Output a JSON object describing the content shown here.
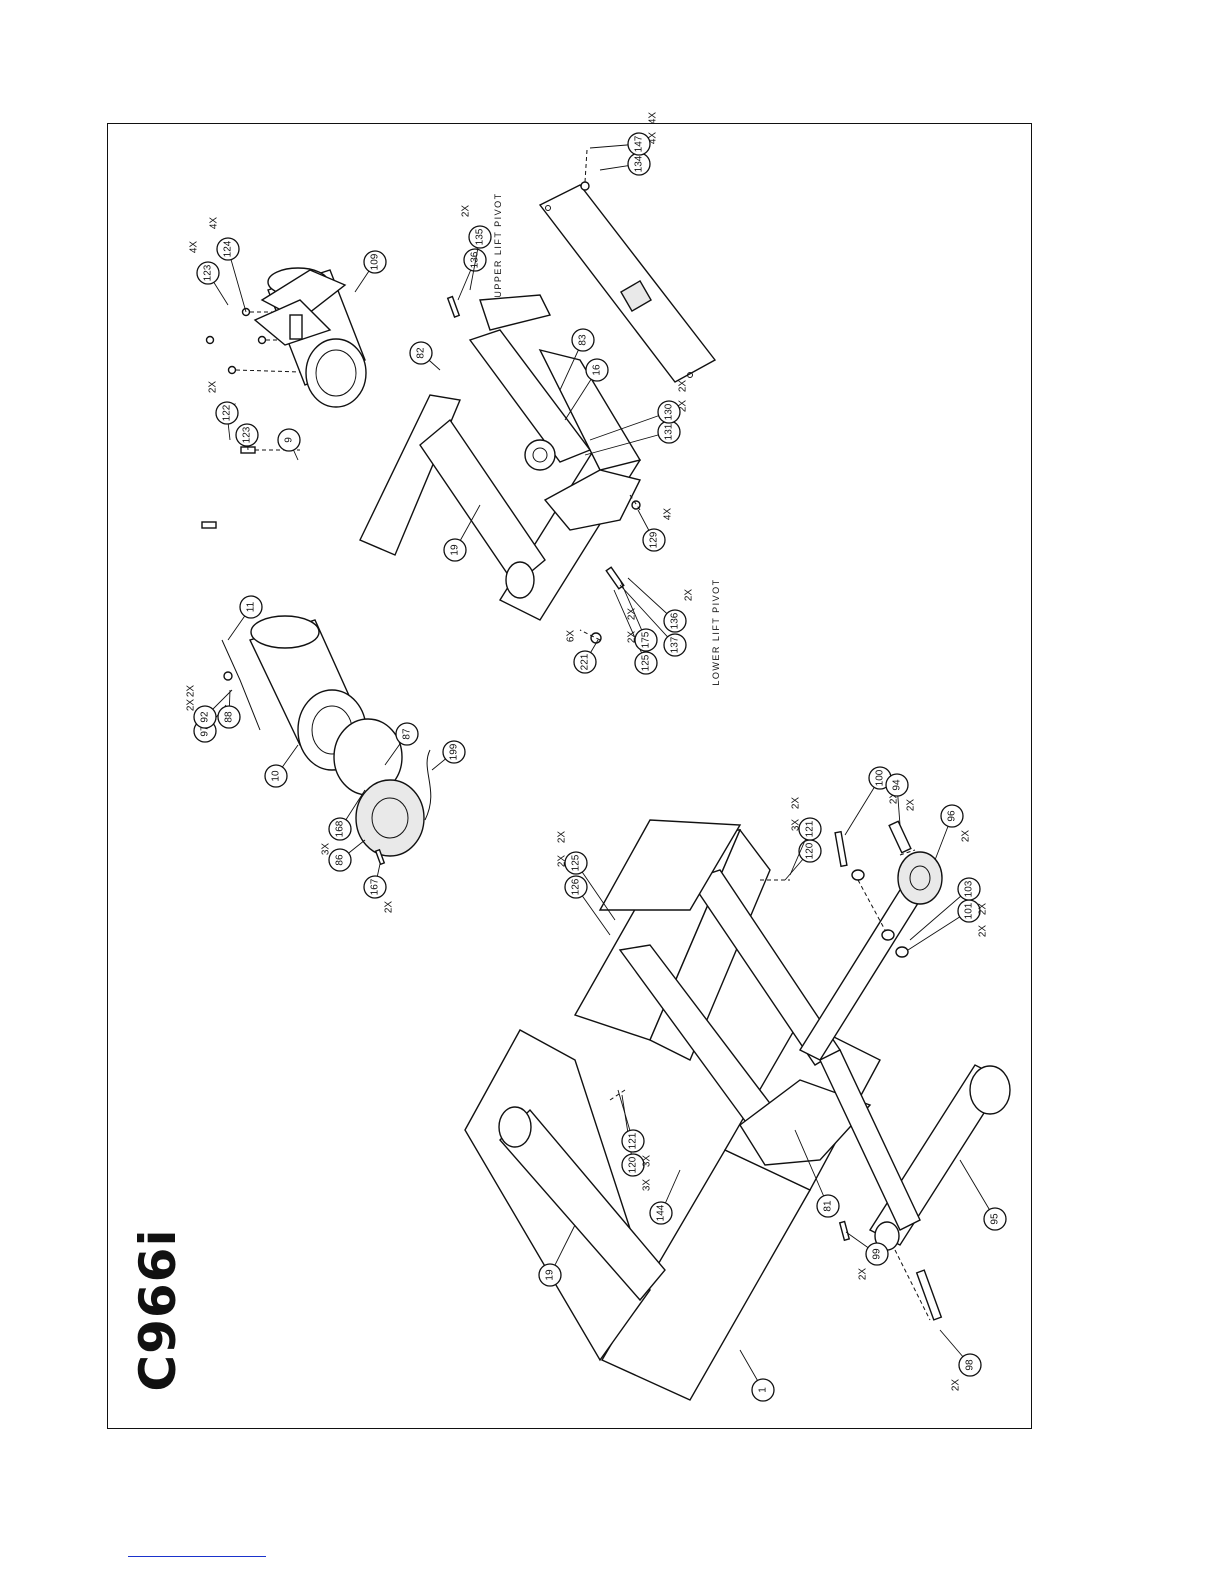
{
  "title": "C966i",
  "callouts": [
    {
      "label": "123",
      "qty": "4X"
    },
    {
      "label": "124",
      "qty": "4X"
    },
    {
      "label": "109",
      "qty": ""
    },
    {
      "label": "123",
      "qty": "2X"
    },
    {
      "label": "122",
      "qty": "2X"
    },
    {
      "label": "9",
      "qty": ""
    },
    {
      "label": "82",
      "qty": ""
    },
    {
      "label": "136",
      "qty": ""
    },
    {
      "label": "135",
      "qty": "2X"
    },
    {
      "label": "134",
      "qty": "4X"
    },
    {
      "label": "147",
      "qty": "4X"
    },
    {
      "label": "83",
      "qty": ""
    },
    {
      "label": "16",
      "qty": ""
    },
    {
      "label": "131",
      "qty": "2X"
    },
    {
      "label": "130",
      "qty": "2X"
    },
    {
      "label": "19",
      "qty": ""
    },
    {
      "label": "129",
      "qty": "4X"
    },
    {
      "label": "11",
      "qty": ""
    },
    {
      "label": "97",
      "qty": "2X"
    },
    {
      "label": "92",
      "qty": "2X"
    },
    {
      "label": "88",
      "qty": ""
    },
    {
      "label": "221",
      "qty": "6X"
    },
    {
      "label": "125",
      "qty": "2X"
    },
    {
      "label": "175",
      "qty": "2X"
    },
    {
      "label": "137",
      "qty": ""
    },
    {
      "label": "136",
      "qty": "2X"
    },
    {
      "label": "10",
      "qty": ""
    },
    {
      "label": "87",
      "qty": ""
    },
    {
      "label": "199",
      "qty": ""
    },
    {
      "label": "168",
      "qty": "3X"
    },
    {
      "label": "86",
      "qty": ""
    },
    {
      "label": "167",
      "qty": "2X"
    },
    {
      "label": "126",
      "qty": "2X"
    },
    {
      "label": "125",
      "qty": "2X"
    },
    {
      "label": "120",
      "qty": "3X"
    },
    {
      "label": "121",
      "qty": "2X"
    },
    {
      "label": "100",
      "qty": "2X"
    },
    {
      "label": "94",
      "qty": "2X"
    },
    {
      "label": "96",
      "qty": "2X"
    },
    {
      "label": "101",
      "qty": "2X"
    },
    {
      "label": "103",
      "qty": "2X"
    },
    {
      "label": "120",
      "qty": "3X"
    },
    {
      "label": "121",
      "qty": "3X"
    },
    {
      "label": "144",
      "qty": ""
    },
    {
      "label": "19",
      "qty": ""
    },
    {
      "label": "81",
      "qty": ""
    },
    {
      "label": "95",
      "qty": ""
    },
    {
      "label": "99",
      "qty": "2X"
    },
    {
      "label": "98",
      "qty": "2X"
    },
    {
      "label": "1",
      "qty": ""
    }
  ],
  "notes": {
    "upper_pivot": "UPPER LIFT PIVOT",
    "lower_pivot": "LOWER LIFT PIVOT"
  }
}
